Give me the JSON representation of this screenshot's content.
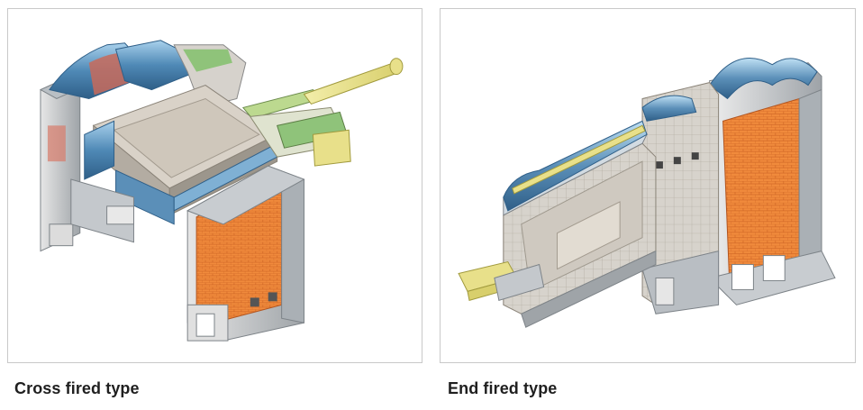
{
  "figures": [
    {
      "caption": "Cross fired type",
      "illustration": "cross-fired-glass-furnace"
    },
    {
      "caption": "End fired type",
      "illustration": "end-fired-glass-furnace"
    }
  ],
  "colors": {
    "steel_blue": "#5b8fb8",
    "refractory_gray": "#c9c3bc",
    "checker_orange": "#f08a3c",
    "burner_yellow": "#e8e08a",
    "green_trim": "#8fc37a",
    "frame": "#c9c9c9"
  }
}
